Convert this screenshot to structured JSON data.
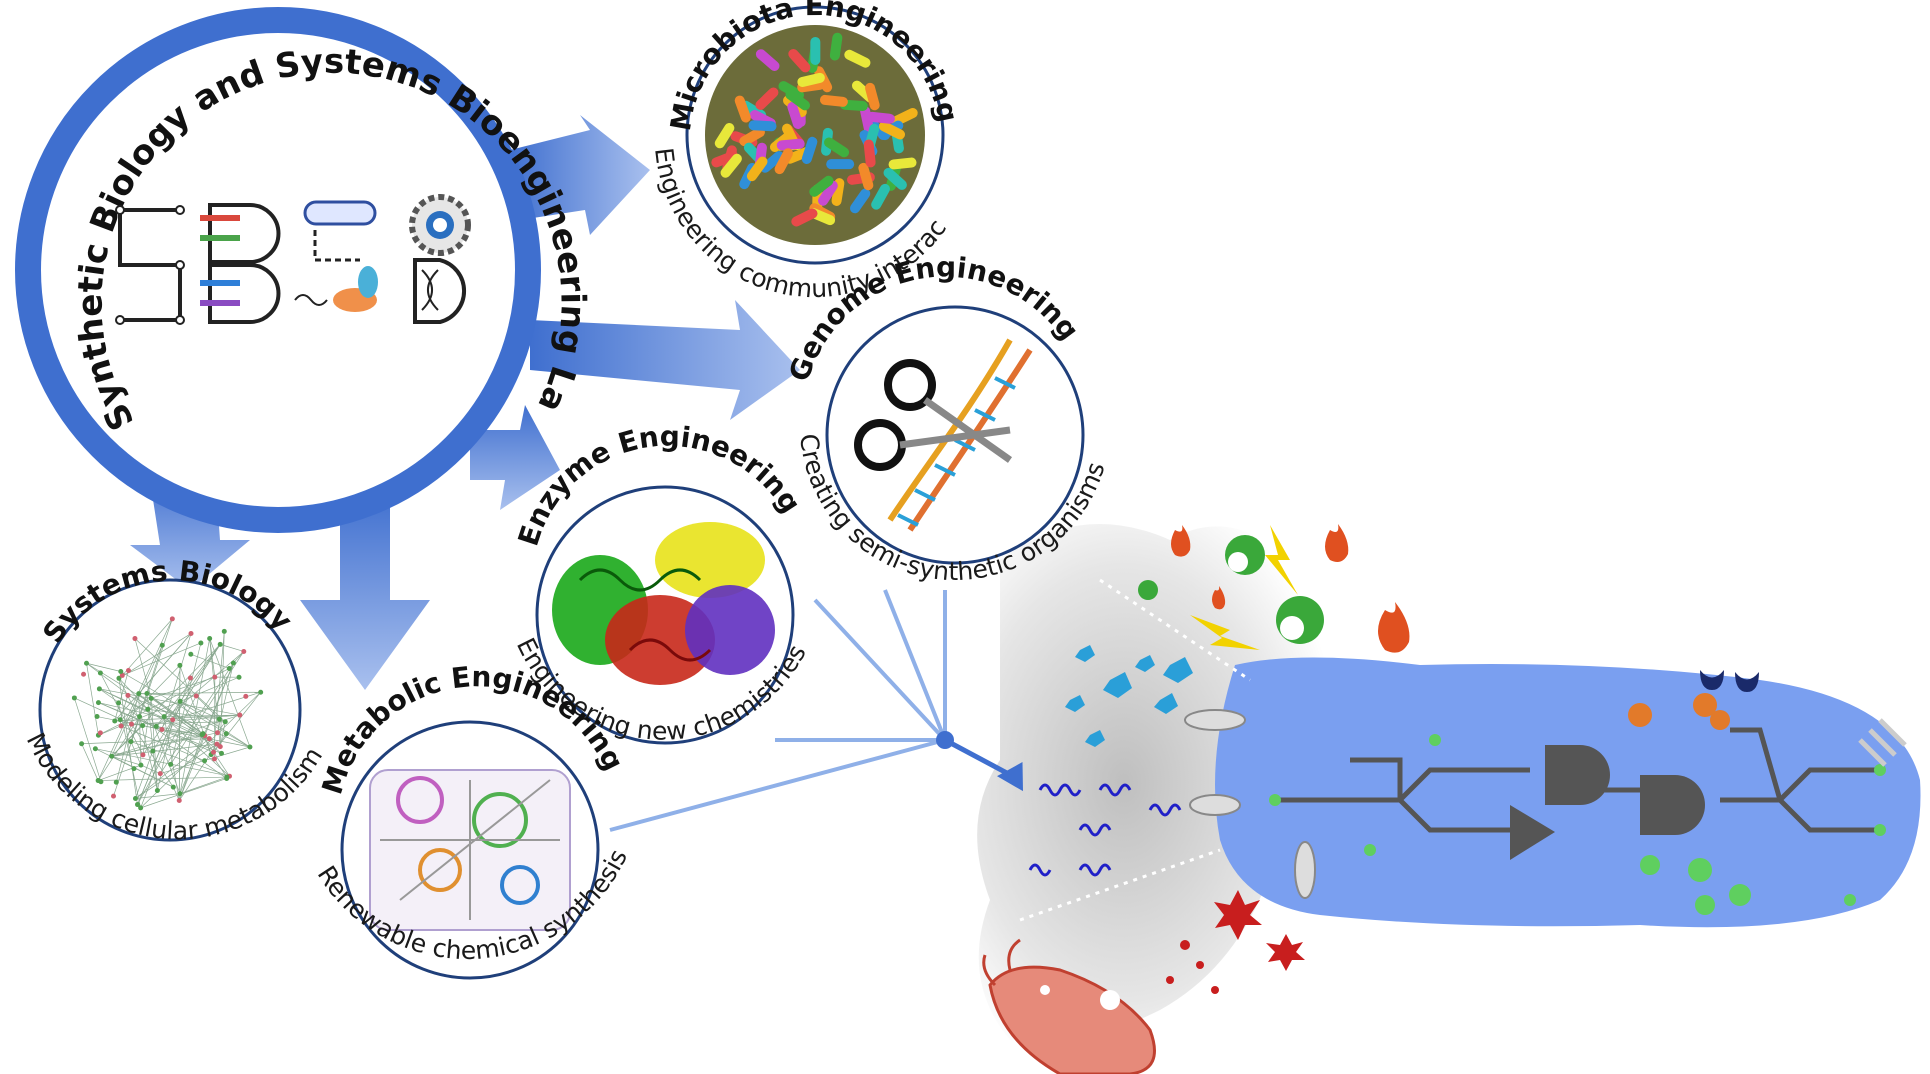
{
  "lab": {
    "title": "Synthetic Biology and Systems Bioengineering Lab",
    "logo_name": "sbsb-logo-icon",
    "ring_color": "#3f6fcf"
  },
  "topics": [
    {
      "key": "microbiota",
      "title": "Microbiota Engineering",
      "subtitle": "Engineering community interactions"
    },
    {
      "key": "genome",
      "title": "Genome Engineering",
      "subtitle": "Creating semi-synthetic organisms"
    },
    {
      "key": "enzyme",
      "title": "Enzyme Engineering",
      "subtitle": "Engineering new chemistries"
    },
    {
      "key": "systems",
      "title": "Systems Biology",
      "subtitle": "Modeling cellular metabolism"
    },
    {
      "key": "metabolic",
      "title": "Metabolic Engineering",
      "subtitle": "Renewable chemical synthesis"
    }
  ],
  "colors": {
    "arrow_blue": "#3f6fcf",
    "cell_blue": "#7a9ff0",
    "circuit_gray": "#555555",
    "accent_green": "#5fcf5f",
    "accent_orange": "#e27a2a",
    "accent_red": "#c81e1e",
    "accent_yellow": "#f2d200"
  },
  "icons": {
    "microbiota": "bacteria-collage-icon",
    "genome": "scissors-dna-icon",
    "enzyme": "protein-structure-icon",
    "systems": "network-graph-icon",
    "metabolic": "metabolic-map-icon",
    "cell": "engineered-cell-icon"
  }
}
